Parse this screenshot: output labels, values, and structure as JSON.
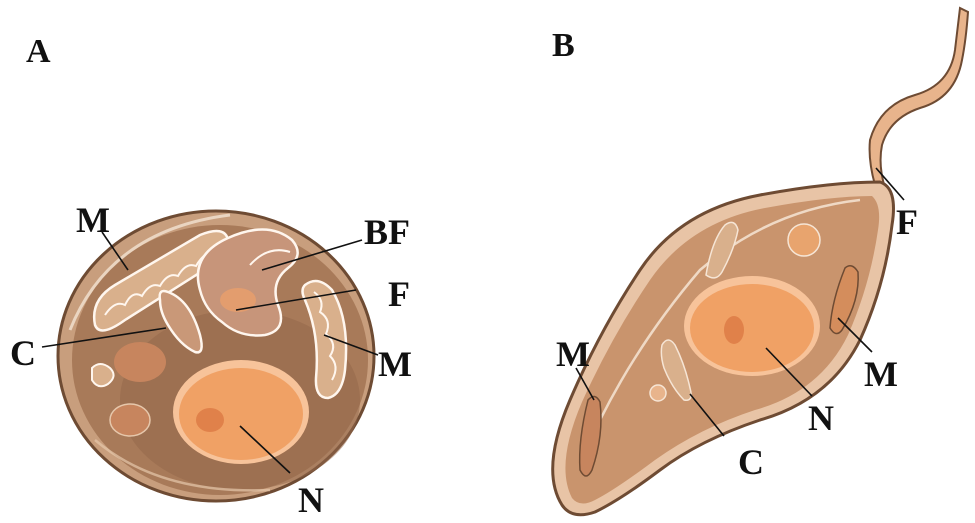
{
  "panels": {
    "a": {
      "label": "A",
      "parts": {
        "m_top": "M",
        "bf": "BF",
        "f": "F",
        "c": "C",
        "m_right": "M",
        "n": "N"
      }
    },
    "b": {
      "label": "B",
      "parts": {
        "f": "F",
        "m_left": "M",
        "m_right": "M",
        "n": "N",
        "c": "C"
      }
    }
  },
  "colors": {
    "cell_outline": "#6e4b33",
    "cytoplasm_a": "#a87a59",
    "cytoplasm_a_rim": "#c89e7d",
    "cytoplasm_b": "#c9946d",
    "cytoplasm_b_rim": "#e8c4a6",
    "nucleus": "#f0a165",
    "nucleus_rim": "#f7c39a",
    "organelle": "#d9b08c",
    "label": "#111111"
  }
}
